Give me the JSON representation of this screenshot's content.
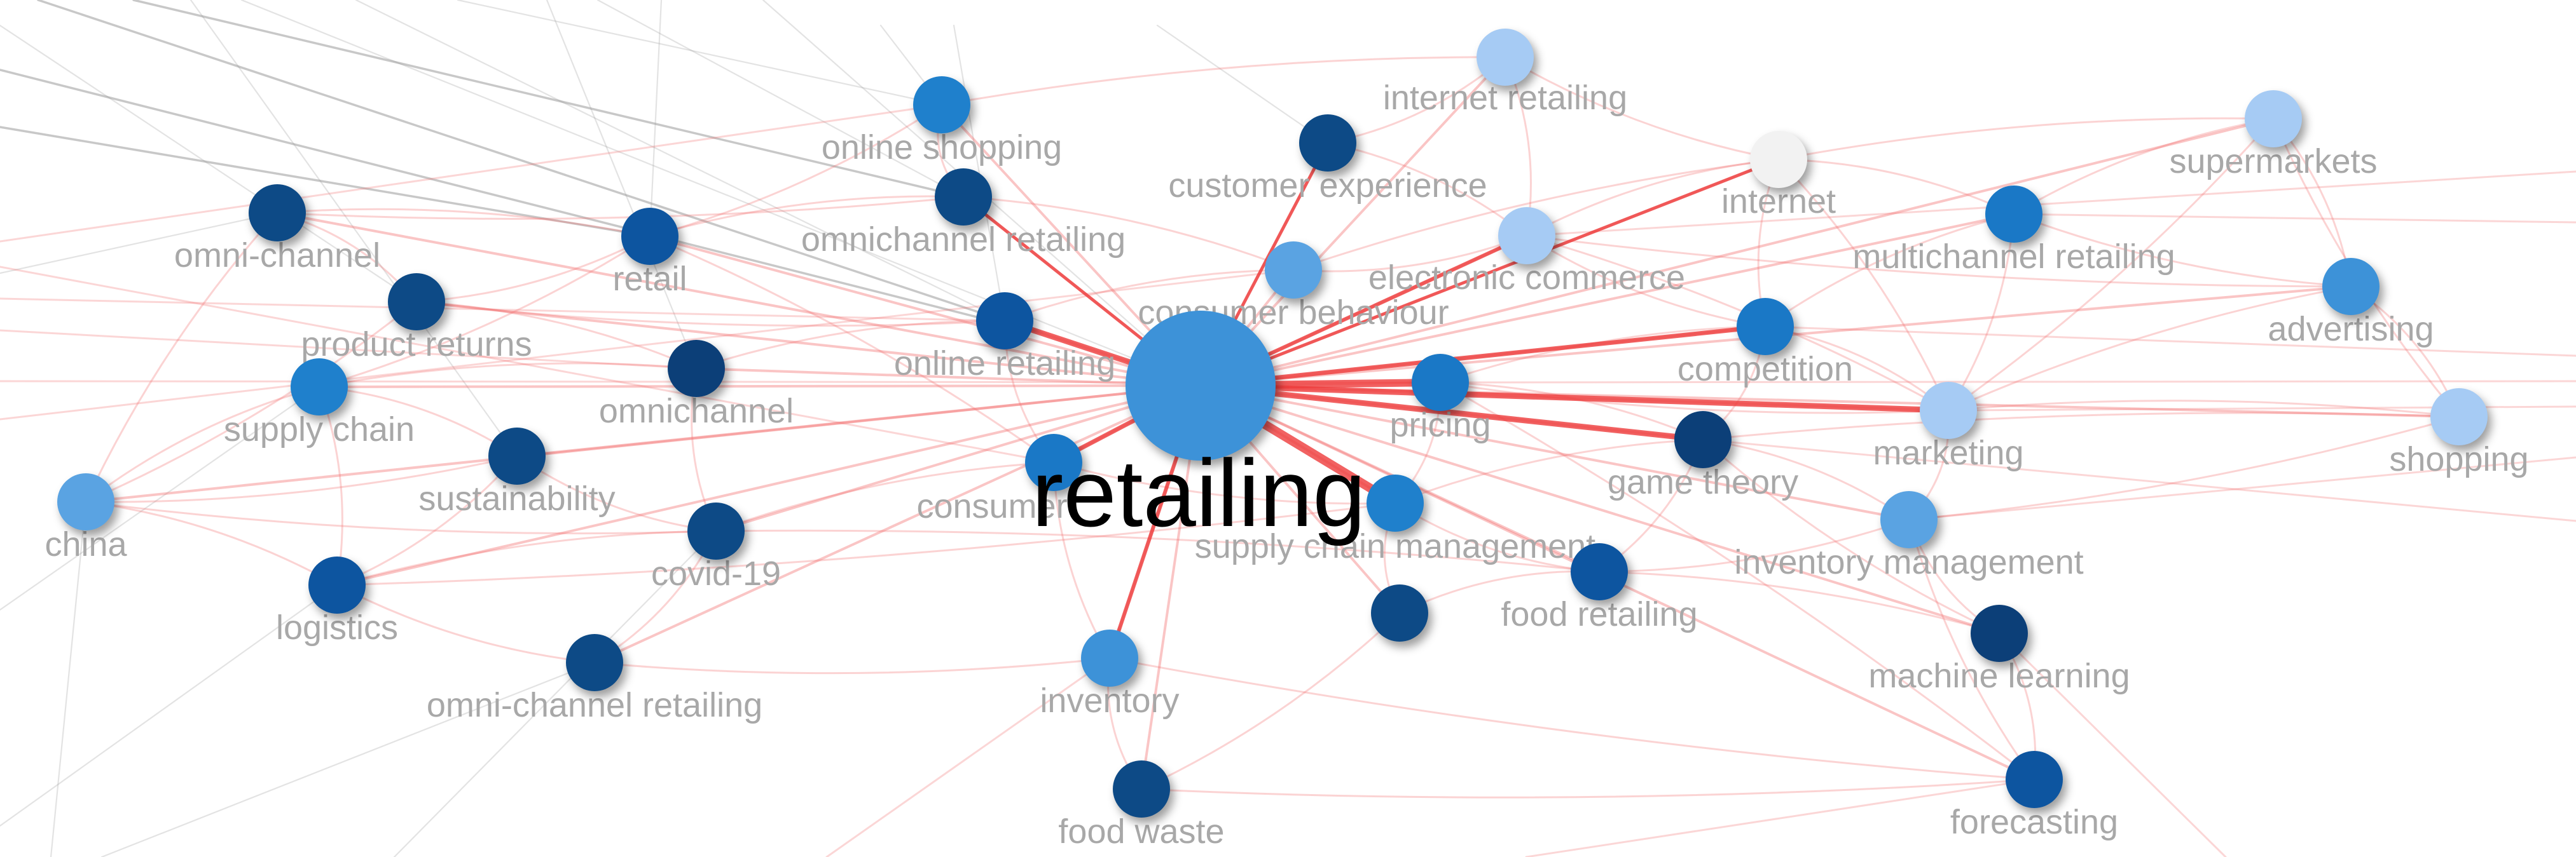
{
  "diagram": {
    "center": {
      "id": "retailing",
      "label": "retailing",
      "shade": "#3d92d8"
    },
    "colors": {
      "link_red": "#f26d6d",
      "link_grey": "#9a9a9a",
      "label": "#a8a8a8"
    },
    "nodes": [
      {
        "id": "internet-retailing",
        "label": "internet retailing",
        "shade": "#a6cbf4"
      },
      {
        "id": "online-shopping",
        "label": "online shopping",
        "shade": "#1f80cc"
      },
      {
        "id": "customer-experience",
        "label": "customer experience",
        "shade": "#0d4a86"
      },
      {
        "id": "internet",
        "label": "internet",
        "shade": "#f2f2f2"
      },
      {
        "id": "supermarkets",
        "label": "supermarkets",
        "shade": "#a6cbf4"
      },
      {
        "id": "omni-channel",
        "label": "omni-channel",
        "shade": "#0d4a86"
      },
      {
        "id": "omnichannel-retailing",
        "label": "omnichannel retailing",
        "shade": "#0d4a86"
      },
      {
        "id": "retail",
        "label": "retail",
        "shade": "#0d55a0"
      },
      {
        "id": "electronic-commerce",
        "label": "electronic commerce",
        "shade": "#a6cbf4"
      },
      {
        "id": "multichannel-retailing",
        "label": "multichannel retailing",
        "shade": "#1a78c6"
      },
      {
        "id": "product-returns",
        "label": "product returns",
        "shade": "#0d4a86"
      },
      {
        "id": "consumer-behaviour",
        "label": "consumer behaviour",
        "shade": "#5aa3e2"
      },
      {
        "id": "advertising",
        "label": "advertising",
        "shade": "#3d92d8"
      },
      {
        "id": "online-retailing",
        "label": "online retailing",
        "shade": "#0d55a0"
      },
      {
        "id": "competition",
        "label": "competition",
        "shade": "#1a78c6"
      },
      {
        "id": "supply-chain",
        "label": "supply chain",
        "shade": "#1f80cc"
      },
      {
        "id": "omnichannel",
        "label": "omnichannel",
        "shade": "#0c3f78"
      },
      {
        "id": "pricing",
        "label": "pricing",
        "shade": "#1a78c6"
      },
      {
        "id": "marketing",
        "label": "marketing",
        "shade": "#a6cbf4"
      },
      {
        "id": "shopping",
        "label": "shopping",
        "shade": "#a6cbf4"
      },
      {
        "id": "sustainability",
        "label": "sustainability",
        "shade": "#0d4a86"
      },
      {
        "id": "game-theory",
        "label": "game theory",
        "shade": "#0c3f78"
      },
      {
        "id": "china",
        "label": "china",
        "shade": "#5aa3e2"
      },
      {
        "id": "consumer",
        "label": "consumer",
        "shade": "#1a78c6"
      },
      {
        "id": "supply-chain-management",
        "label": "supply chain management",
        "shade": "#1f80cc"
      },
      {
        "id": "inventory-management",
        "label": "inventory management",
        "shade": "#5aa3e2"
      },
      {
        "id": "covid-19",
        "label": "covid-19",
        "shade": "#0d4a86"
      },
      {
        "id": "logistics",
        "label": "logistics",
        "shade": "#0d55a0"
      },
      {
        "id": "food-retailing",
        "label": "food retailing",
        "shade": "#0d55a0"
      },
      {
        "id": "machine-learning",
        "label": "machine learning",
        "shade": "#0c3f78"
      },
      {
        "id": "omni-channel-retailing",
        "label": "omni-channel retailing",
        "shade": "#0d4a86"
      },
      {
        "id": "inventory",
        "label": "inventory",
        "shade": "#3d92d8"
      },
      {
        "id": "food-waste",
        "label": "food waste",
        "shade": "#0d4a86"
      },
      {
        "id": "forecasting",
        "label": "forecasting",
        "shade": "#0d55a0"
      },
      {
        "id": "node-unlabeled",
        "label": "",
        "shade": "#0d4a86"
      }
    ]
  }
}
